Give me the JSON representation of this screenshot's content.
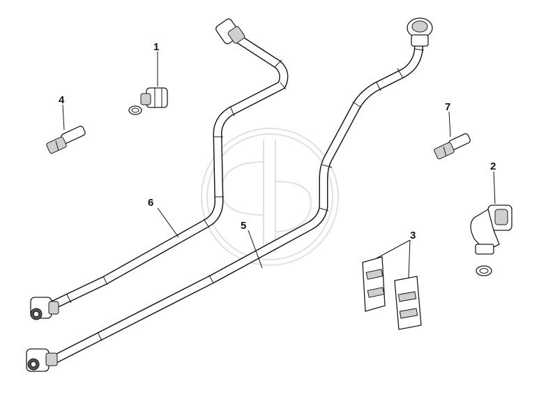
{
  "callouts": [
    {
      "id": "1",
      "text": "1"
    },
    {
      "id": "2",
      "text": "2"
    },
    {
      "id": "3",
      "text": "3"
    },
    {
      "id": "4",
      "text": "4"
    },
    {
      "id": "5",
      "text": "5"
    },
    {
      "id": "6",
      "text": "6"
    },
    {
      "id": "7",
      "text": "7"
    }
  ],
  "icons": {
    "watermark": "circular-logo-watermark"
  }
}
